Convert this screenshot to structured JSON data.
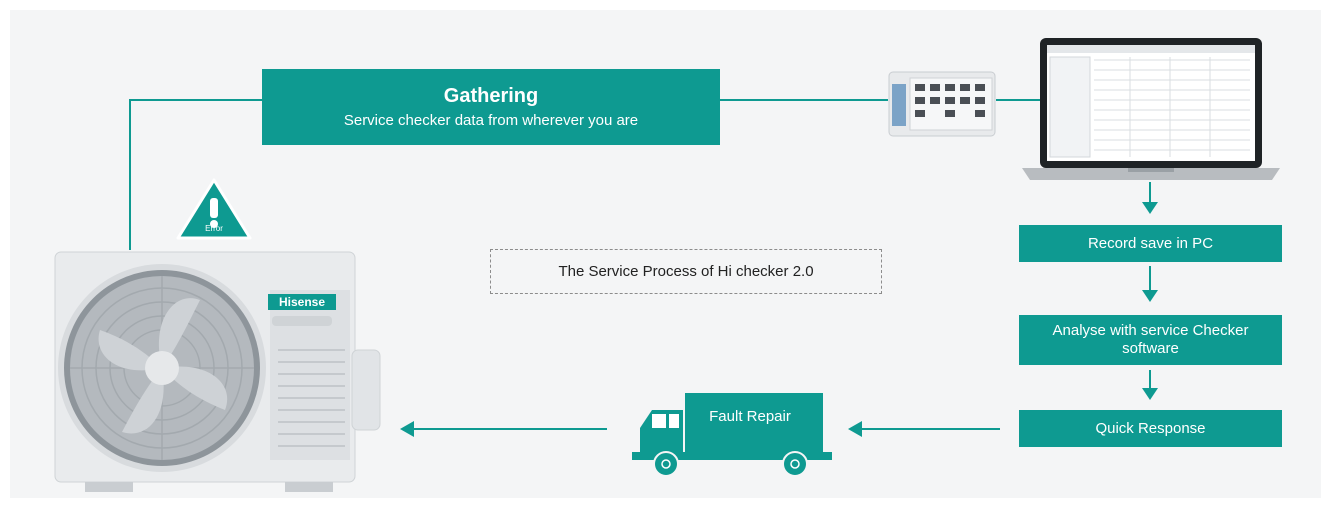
{
  "gathering": {
    "title": "Gathering",
    "subtitle": "Service checker data from wherever you are"
  },
  "process_label": "The Service Process of Hi checker 2.0",
  "steps": [
    {
      "label": "Record save in PC"
    },
    {
      "label": "Analyse with service Checker software"
    },
    {
      "label": "Quick Response"
    }
  ],
  "truck_label": "Fault Repair",
  "error_label": "Error",
  "brand_text": "Hisense",
  "colors": {
    "accent": "#0e9a91",
    "background": "#f4f5f6"
  }
}
